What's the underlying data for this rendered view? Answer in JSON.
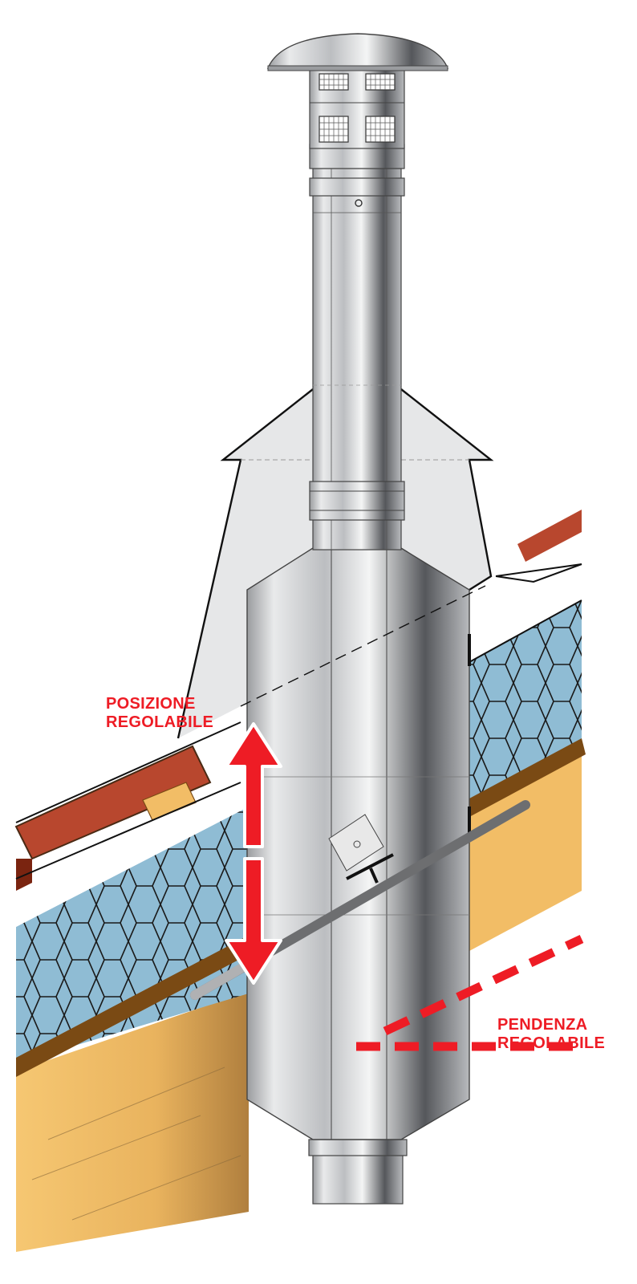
{
  "labels": {
    "adjustable_position": [
      "POSIZIONE",
      "REGOLABILE"
    ],
    "adjustable_slope": [
      "PENDENZA",
      "REGOLABILE"
    ]
  },
  "icons": {
    "position_arrow": "double-vertical-arrow-icon",
    "slope_indicator": "dashed-angle-icon"
  },
  "colors": {
    "accent_red": "#ee1c25",
    "tile_blue": "#8fbcd4",
    "wood": "#f2bd66",
    "roof_brown": "#7a4a14",
    "tile_red": "#b8472e",
    "steel": "#c9cbcd"
  }
}
